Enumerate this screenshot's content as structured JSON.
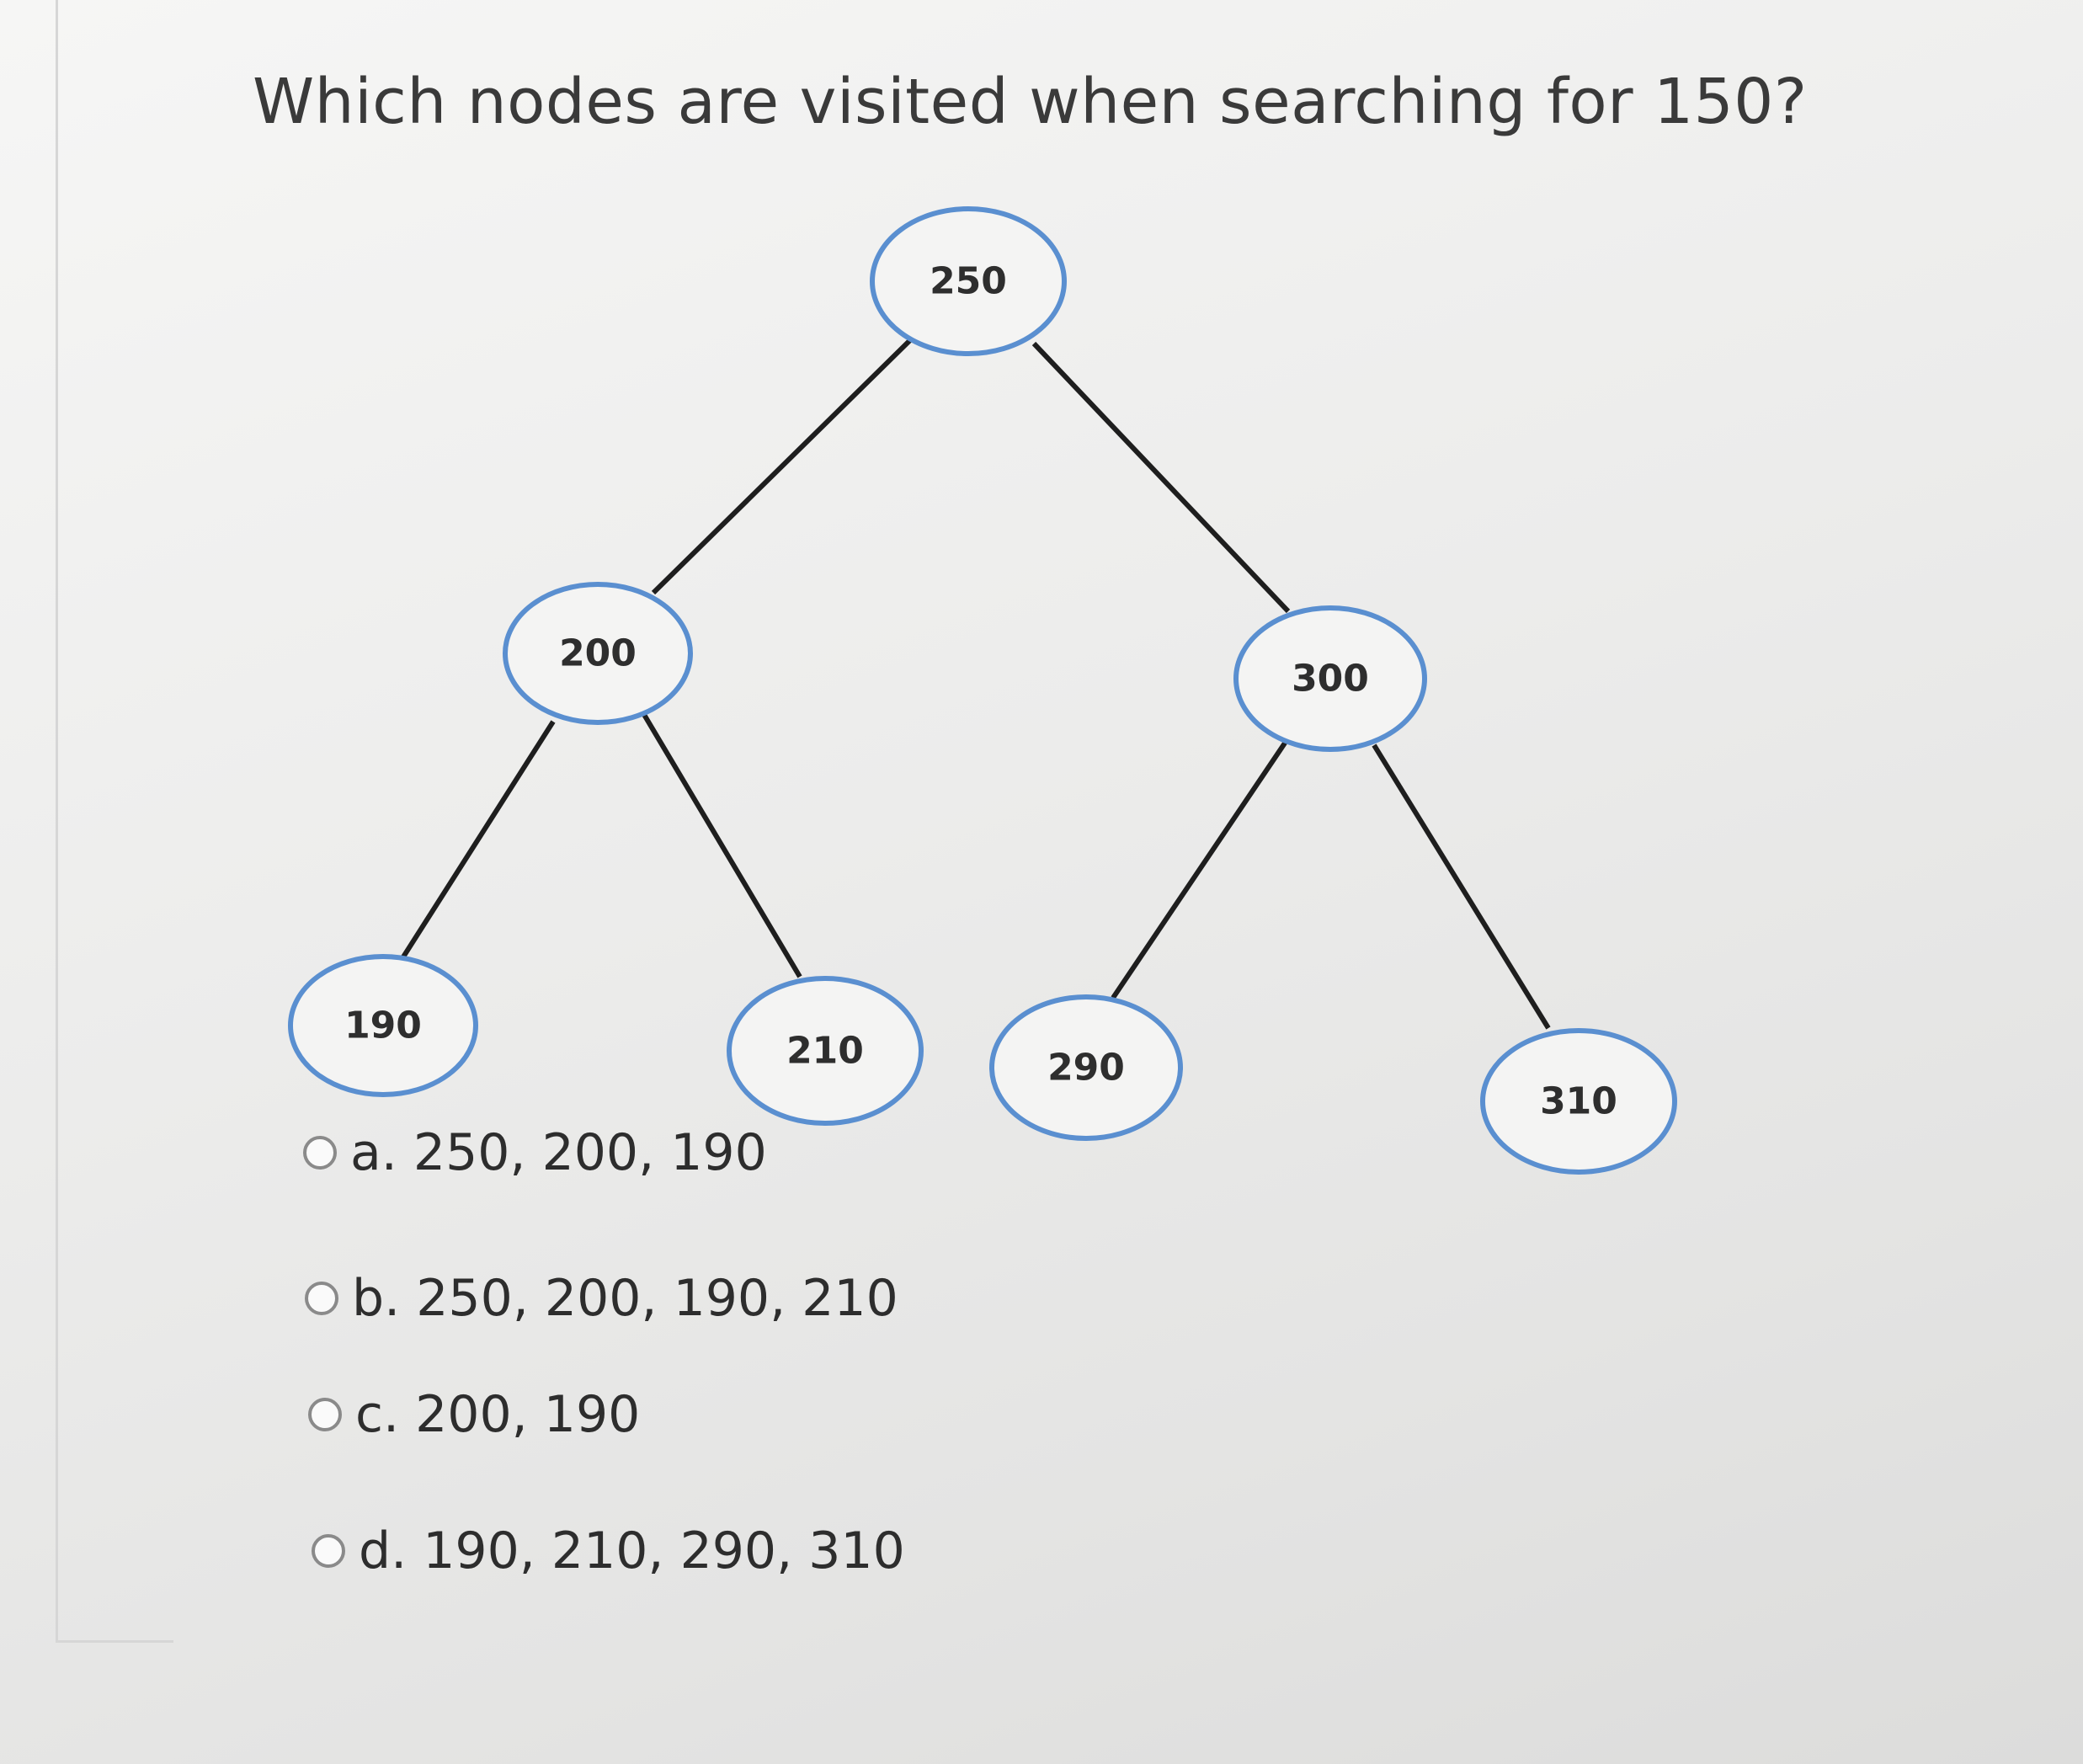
{
  "question": {
    "text": "Which nodes are visited when searching for 150?"
  },
  "tree": {
    "nodes": [
      {
        "id": "250",
        "label": "250"
      },
      {
        "id": "200",
        "label": "200"
      },
      {
        "id": "300",
        "label": "300"
      },
      {
        "id": "190",
        "label": "190"
      },
      {
        "id": "210",
        "label": "210"
      },
      {
        "id": "290",
        "label": "290"
      },
      {
        "id": "310",
        "label": "310"
      }
    ],
    "edges": [
      {
        "from": "250",
        "to": "200"
      },
      {
        "from": "250",
        "to": "300"
      },
      {
        "from": "200",
        "to": "190"
      },
      {
        "from": "200",
        "to": "210"
      },
      {
        "from": "300",
        "to": "290"
      },
      {
        "from": "300",
        "to": "310"
      }
    ],
    "node_border_color": "#5a8fd0",
    "edge_color": "#1e1e1e"
  },
  "options": [
    {
      "label": "a. 250, 200, 190",
      "selected": false
    },
    {
      "label": "b. 250, 200, 190, 210",
      "selected": false
    },
    {
      "label": "c. 200, 190",
      "selected": false
    },
    {
      "label": "d. 190, 210, 290, 310",
      "selected": false
    }
  ]
}
